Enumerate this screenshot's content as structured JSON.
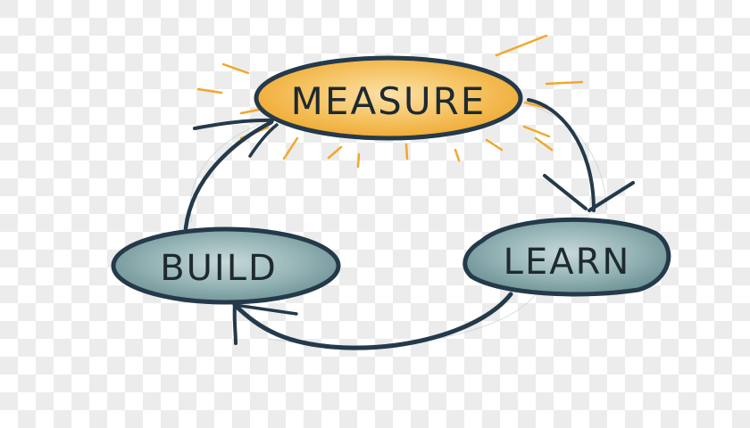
{
  "diagram": {
    "type": "cycle",
    "nodes": [
      {
        "id": "measure",
        "label": "MEASURE",
        "color": "#f0b43c"
      },
      {
        "id": "learn",
        "label": "LEARN",
        "color": "#7fa3a6"
      },
      {
        "id": "build",
        "label": "BUILD",
        "color": "#7fa3a6"
      }
    ],
    "edges": [
      {
        "from": "measure",
        "to": "learn"
      },
      {
        "from": "learn",
        "to": "build"
      },
      {
        "from": "build",
        "to": "measure"
      }
    ],
    "colors": {
      "outline": "#243a4a",
      "rays": "#f0a82a",
      "measure_fill": "#f0b43c",
      "teal_fill": "#7fa3a6"
    }
  }
}
